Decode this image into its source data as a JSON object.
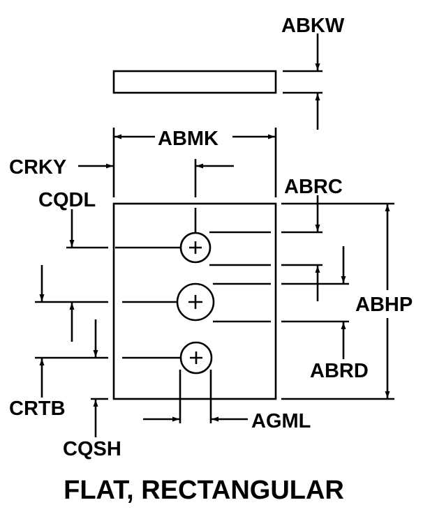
{
  "diagram": {
    "title": "FLAT, RECTANGULAR",
    "labels": {
      "abkw": "ABKW",
      "abmk": "ABMK",
      "crky": "CRKY",
      "cqdl": "CQDL",
      "abrc": "ABRC",
      "abhp": "ABHP",
      "abrd": "ABRD",
      "crtb": "CRTB",
      "cqsh": "CQSH",
      "agml": "AGML"
    }
  }
}
